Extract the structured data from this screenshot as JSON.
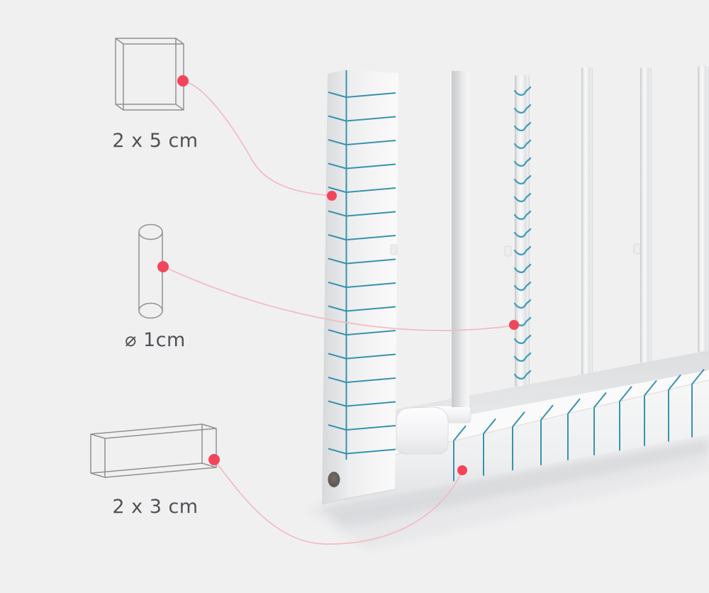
{
  "diagram": {
    "callouts": [
      {
        "label": "2 x 5 cm",
        "shape": "rectangular-panel",
        "connects_to": "left-post"
      },
      {
        "label": "⌀ 1cm",
        "shape": "cylinder-rod",
        "connects_to": "round-bar"
      },
      {
        "label": "2 x 3 cm",
        "shape": "long-box",
        "connects_to": "bottom-rail"
      }
    ],
    "marks": {
      "post_line_count": 16,
      "rod_ring_count": 17,
      "rail_tick_count": 10
    },
    "colors": {
      "background": "#f0f0f1",
      "measure_line": "#3892b0",
      "rod_ring": "#3f9dbd",
      "marker_dot": "#f3455a",
      "connector": "#f3bac3",
      "wireframe": "#8f9094",
      "label_text": "#4f5256"
    }
  }
}
